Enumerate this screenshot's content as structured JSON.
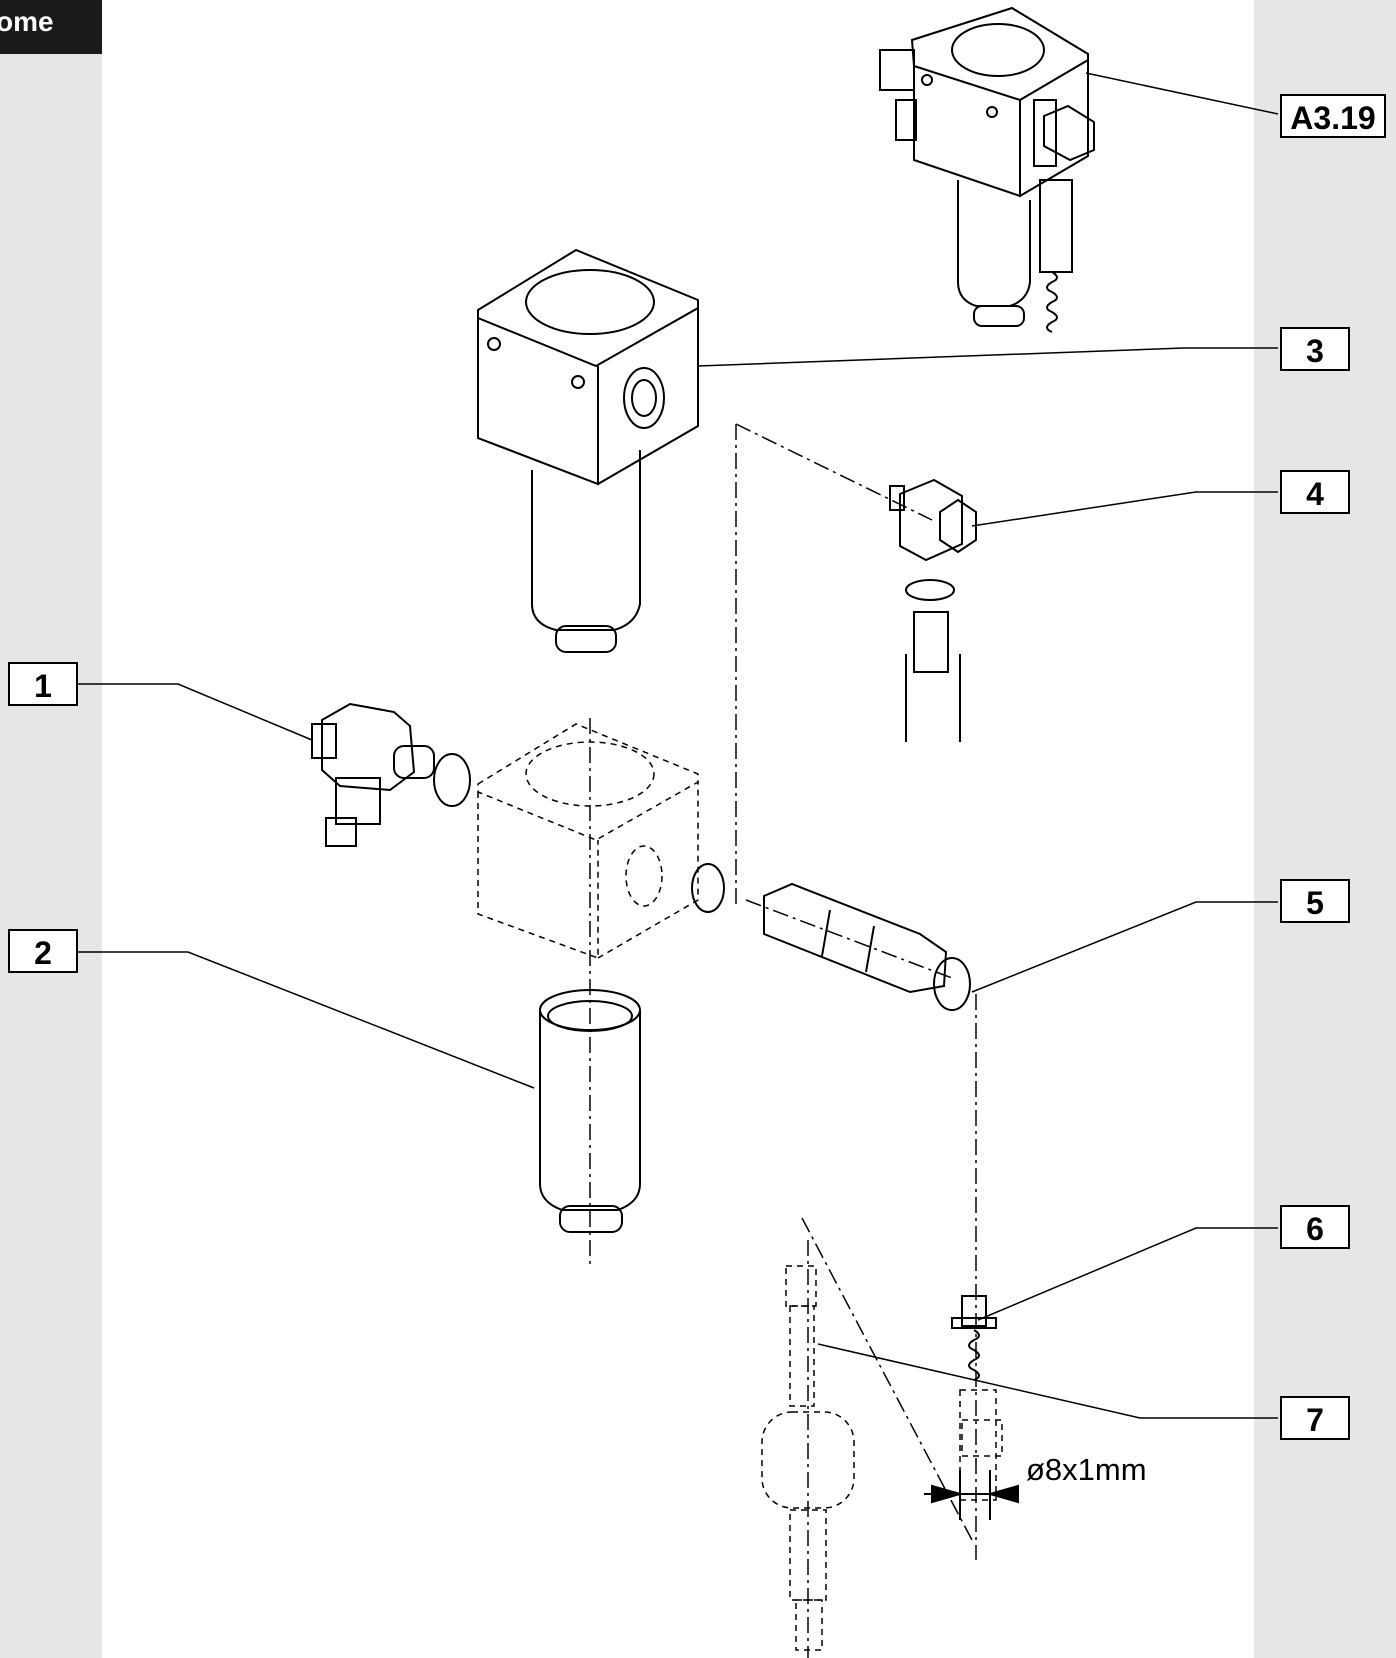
{
  "nav": {
    "home_label": "ome"
  },
  "callouts": {
    "a319": "A3.19",
    "c1": "1",
    "c2": "2",
    "c3": "3",
    "c4": "4",
    "c5": "5",
    "c6": "6",
    "c7": "7"
  },
  "dimension": {
    "label": "ø8x1mm"
  }
}
